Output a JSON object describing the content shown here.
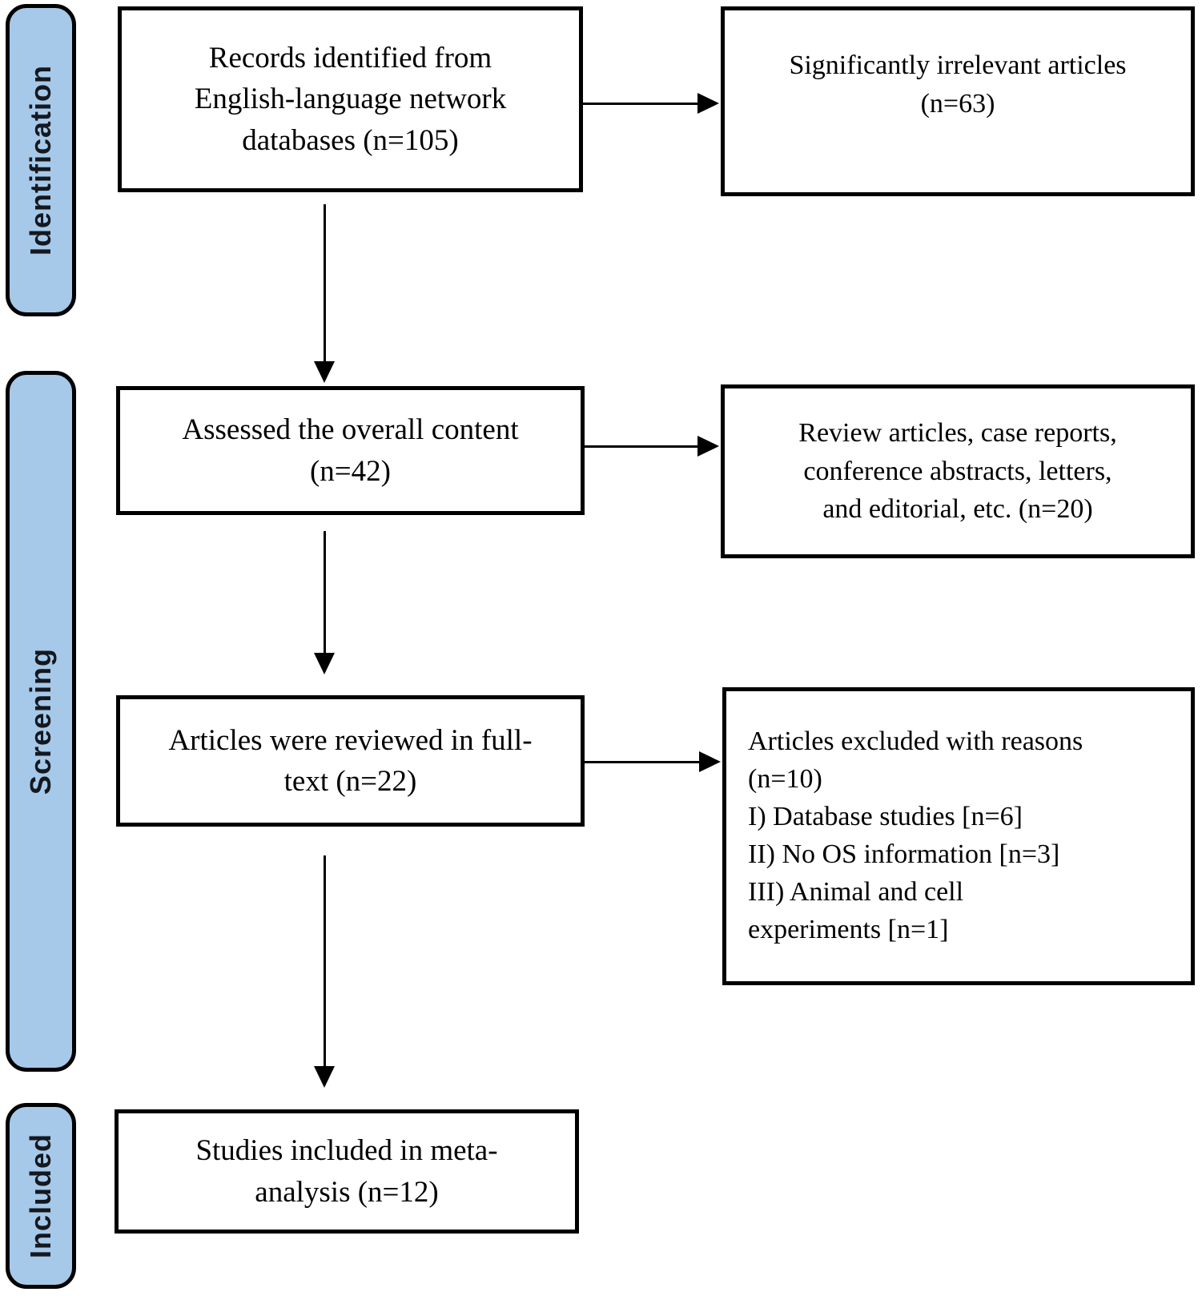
{
  "colors": {
    "stage_fill": "#A6C9E9",
    "border": "#000000",
    "background": "#FFFFFF"
  },
  "stages": [
    {
      "label": "Identification"
    },
    {
      "label": "Screening"
    },
    {
      "label": "Included"
    }
  ],
  "boxes": {
    "records": "Records identified from\nEnglish-language network\ndatabases (n=105)",
    "irrelevant": "Significantly irrelevant articles\n(n=63)",
    "assessed": "Assessed the overall content\n(n=42)",
    "review_excluded": "Review articles, case reports,\nconference abstracts, letters,\nand editorial, etc. (n=20)",
    "fulltext": "Articles were reviewed in full-\ntext (n=22)",
    "excluded_reasons": "Articles excluded with reasons\n(n=10)\nI) Database studies [n=6]\nII) No OS information [n=3]\nIII) Animal and cell\nexperiments [n=1]",
    "included": "Studies included in meta-\nanalysis (n=12)"
  }
}
